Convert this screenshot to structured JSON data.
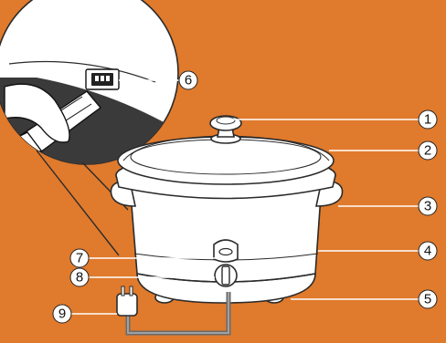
{
  "callouts": [
    {
      "id": 1,
      "label": "1"
    },
    {
      "id": 2,
      "label": "2"
    },
    {
      "id": 3,
      "label": "3"
    },
    {
      "id": 4,
      "label": "4"
    },
    {
      "id": 5,
      "label": "5"
    },
    {
      "id": 6,
      "label": "6"
    },
    {
      "id": 7,
      "label": "7"
    },
    {
      "id": 8,
      "label": "8"
    },
    {
      "id": 9,
      "label": "9"
    }
  ],
  "colors": {
    "background": "#e07a2c",
    "appliance": "#ffffff",
    "outline": "#2a2a2a",
    "inset_shadow": "#3a3a3a"
  }
}
